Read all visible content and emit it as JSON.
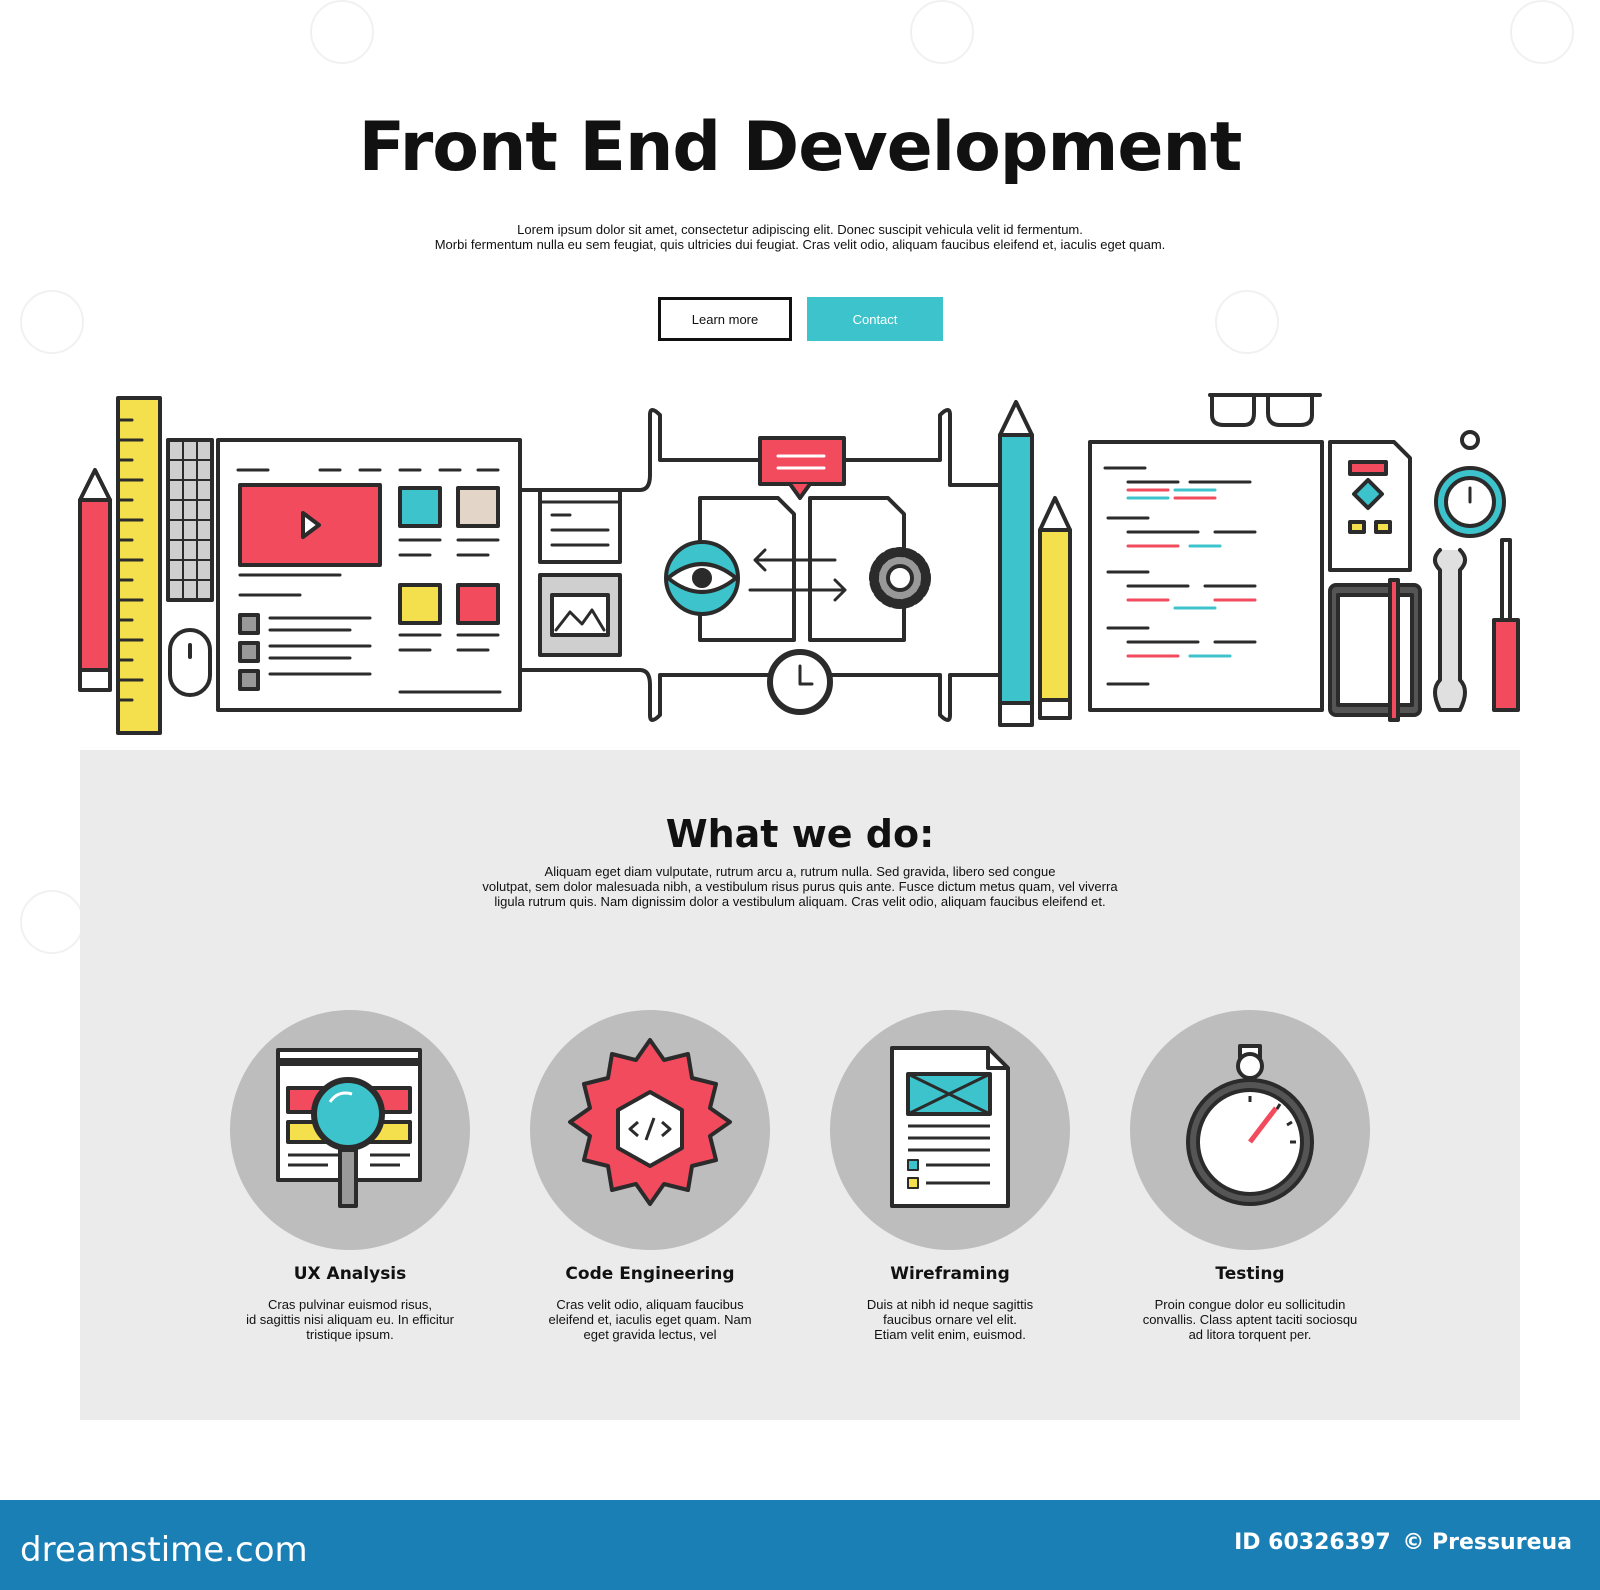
{
  "hero": {
    "title": "Front End Development",
    "subtitle_lines": [
      "Lorem ipsum dolor sit amet, consectetur adipiscing elit. Donec suscipit vehicula velit id fermentum.",
      "Morbi fermentum nulla eu sem feugiat, quis ultricies dui feugiat. Cras velit odio, aliquam faucibus eleifend et, iaculis eget quam."
    ],
    "learn_more_label": "Learn more",
    "contact_label": "Contact"
  },
  "section": {
    "title": "What we do:",
    "text_lines": [
      "Aliquam eget diam vulputate, rutrum arcu a, rutrum nulla.  Sed gravida, libero sed congue",
      "volutpat,  sem dolor malesuada nibh, a vestibulum risus purus quis ante. Fusce dictum metus quam, vel viverra",
      "ligula rutrum quis. Nam dignissim dolor a vestibulum aliquam. Cras velit odio, aliquam faucibus eleifend et."
    ]
  },
  "features": [
    {
      "icon": "ux-analysis-icon",
      "title": "UX Analysis",
      "lines": [
        "Cras pulvinar euismod risus,",
        "id sagittis nisi aliquam eu. In efficitur",
        "tristique ipsum."
      ]
    },
    {
      "icon": "code-gear-icon",
      "title": "Code Engineering",
      "lines": [
        "Cras velit odio, aliquam faucibus",
        "eleifend et, iaculis eget quam. Nam",
        "eget gravida lectus, vel"
      ]
    },
    {
      "icon": "wireframe-document-icon",
      "title": "Wireframing",
      "lines": [
        "Duis at nibh id neque sagittis",
        "faucibus ornare vel elit.",
        "Etiam velit enim, euismod."
      ]
    },
    {
      "icon": "stopwatch-icon",
      "title": "Testing",
      "lines": [
        "Proin congue dolor eu sollicitudin",
        "convallis. Class aptent taciti sociosqu",
        "ad litora torquent per."
      ]
    }
  ],
  "footer": {
    "brand": "dreamstime.com",
    "id_text": "ID 60326397",
    "copyright": "© Pressureua"
  },
  "colors": {
    "accent": "#3cc3cc",
    "red": "#f24b5e",
    "yellow": "#f4e04d",
    "panel": "#ebebeb",
    "circle": "#bdbdbd",
    "footer": "#1a7fb5"
  }
}
